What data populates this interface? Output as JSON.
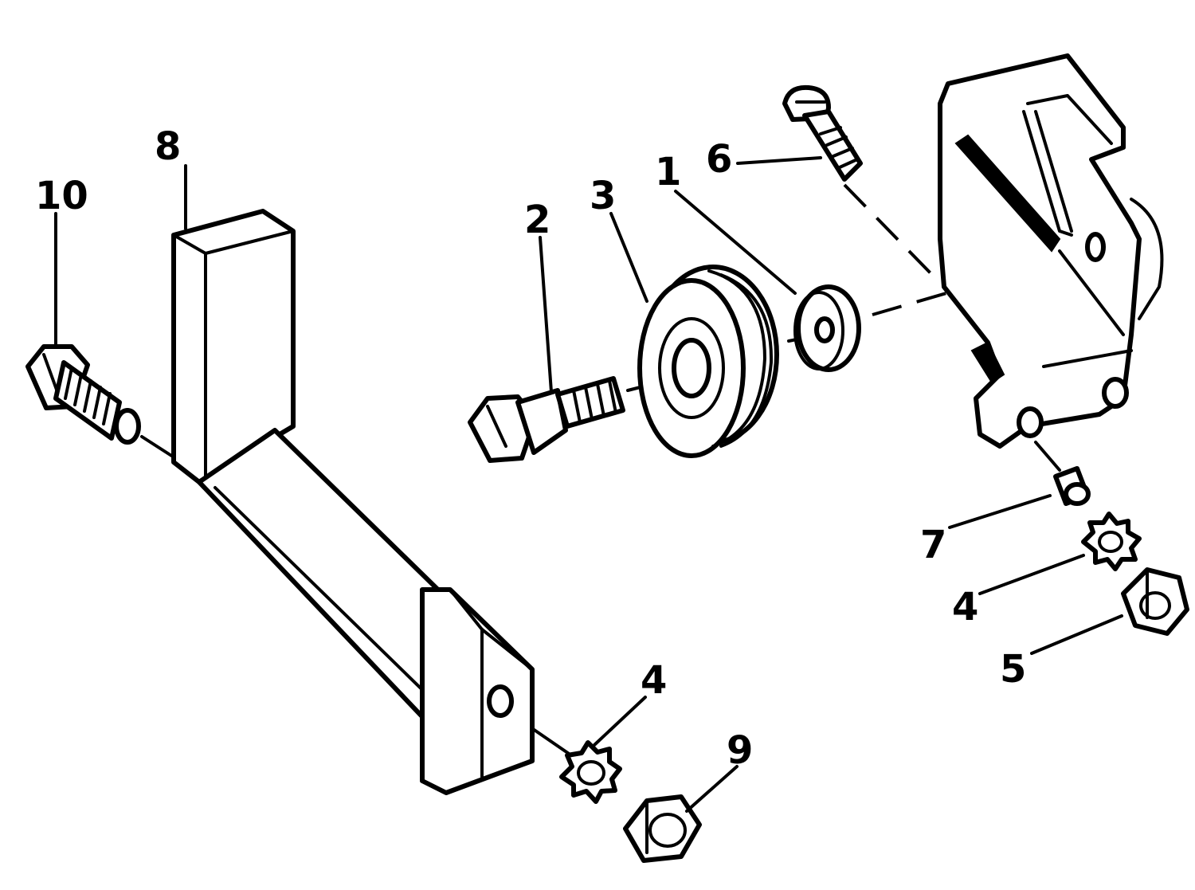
{
  "callouts": {
    "washer_flat": "1",
    "shoulder_bolt": "2",
    "pulley": "3",
    "lockwasher_upper": "4",
    "lockwasher_lower": "4",
    "hex_nut_upper": "5",
    "screw": "6",
    "spacer": "7",
    "bracket_arm": "8",
    "hex_nut_lower": "9",
    "cap_screw": "10"
  },
  "colors": {
    "ink": "#000000",
    "paper": "#ffffff"
  }
}
